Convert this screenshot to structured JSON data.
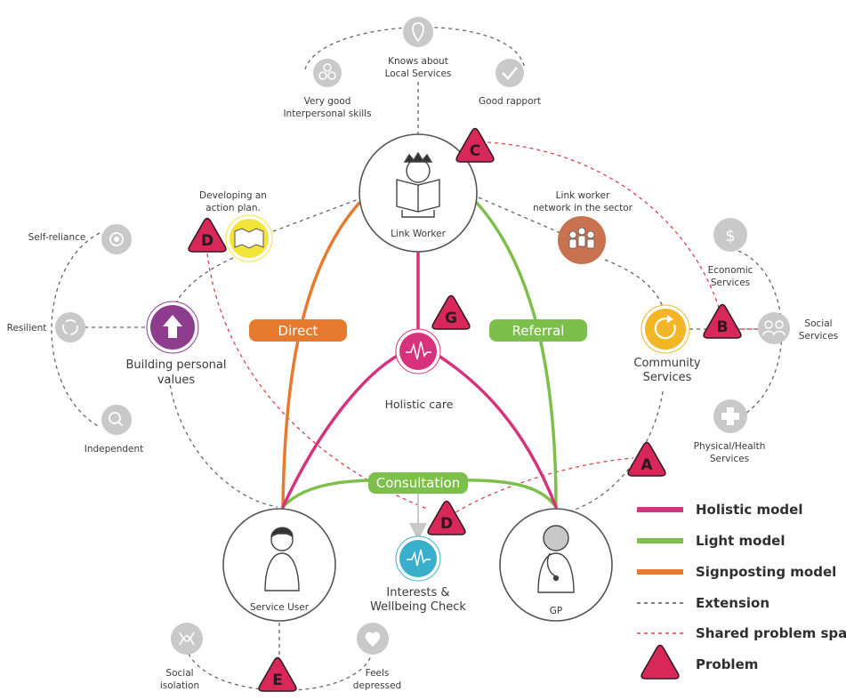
{
  "colors": {
    "holistic": "#d7337d",
    "light": "#7cbf4a",
    "signposting": "#e67a2e",
    "extension": "#666666",
    "shared_problem": "#e0404a",
    "problem": "#d8285a",
    "outer_icon": "#c9c9c9",
    "building_values": "#8e3d8e",
    "action_plan": "#f3e43a",
    "link_network": "#c9724f",
    "community": "#f2b626",
    "holistic_care": "#d7337d",
    "interests": "#3aafcc"
  },
  "nodes": {
    "link_worker": "Link Worker",
    "service_user": "Service User",
    "gp": "GP"
  },
  "pills": {
    "direct": "Direct",
    "referral": "Referral",
    "consultation": "Consultation"
  },
  "center": {
    "holistic_care": "Holistic care",
    "interests_line1": "Interests &",
    "interests_line2": "Wellbeing Check"
  },
  "link_worker_traits": {
    "knows_line1": "Knows about",
    "knows_line2": "Local Services",
    "interpersonal_line1": "Very good",
    "interpersonal_line2": "Interpersonal skills",
    "rapport": "Good rapport"
  },
  "action_plan": {
    "line1": "Developing an",
    "line2": "action plan."
  },
  "network": {
    "line1": "Link worker",
    "line2": "network in the sector"
  },
  "building": {
    "line1": "Building personal",
    "line2": "values"
  },
  "personal_values": {
    "self_reliance": "Self-reliance",
    "resilient": "Resilient",
    "independent": "Independent"
  },
  "community": {
    "line1": "Community",
    "line2": "Services"
  },
  "services": {
    "economic_line1": "Economic",
    "economic_line2": "Services",
    "social_line1": "Social",
    "social_line2": "Services",
    "physical_line1": "Physical/Health",
    "physical_line2": "Services"
  },
  "service_user_issues": {
    "isolation_line1": "Social",
    "isolation_line2": "isolation",
    "depressed_line1": "Feels",
    "depressed_line2": "depressed"
  },
  "problems": {
    "a": "A",
    "b": "B",
    "c": "C",
    "d_top": "D",
    "d_bottom": "D",
    "e": "E",
    "g": "G"
  },
  "legend": {
    "holistic": "Holistic model",
    "light": "Light model",
    "signposting": "Signposting model",
    "extension": "Extension",
    "shared": "Shared problem space",
    "problem": "Problem"
  }
}
